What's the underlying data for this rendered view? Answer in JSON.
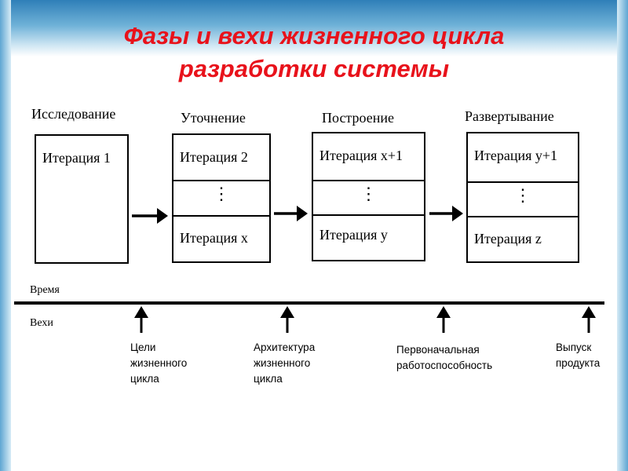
{
  "title": {
    "line1": "Фазы и вехи жизненного цикла",
    "line2": "разработки системы"
  },
  "phases": [
    {
      "name": "Исследование",
      "iterations": [
        "Итерация 1"
      ]
    },
    {
      "name": "Уточнение",
      "iterations": [
        "Итерация 2",
        "⋮",
        "Итерация x"
      ]
    },
    {
      "name": "Построение",
      "iterations": [
        "Итерация x+1",
        "⋮",
        "Итерация  y"
      ]
    },
    {
      "name": "Развертывание",
      "iterations": [
        "Итерация y+1",
        "⋮",
        "Итерация z"
      ]
    }
  ],
  "axis": {
    "time_label": "Время",
    "milestones_label": "Вехи"
  },
  "milestones": [
    {
      "label": "Цели\nжизненного\nцикла"
    },
    {
      "label": "Архитектура\nжизненного\nцикла"
    },
    {
      "label": "Первоначальная\nработоспособность"
    },
    {
      "label": "Выпуск\nпродукта"
    }
  ],
  "colors": {
    "title": "#e8121b",
    "band": "#2f7fb8"
  }
}
